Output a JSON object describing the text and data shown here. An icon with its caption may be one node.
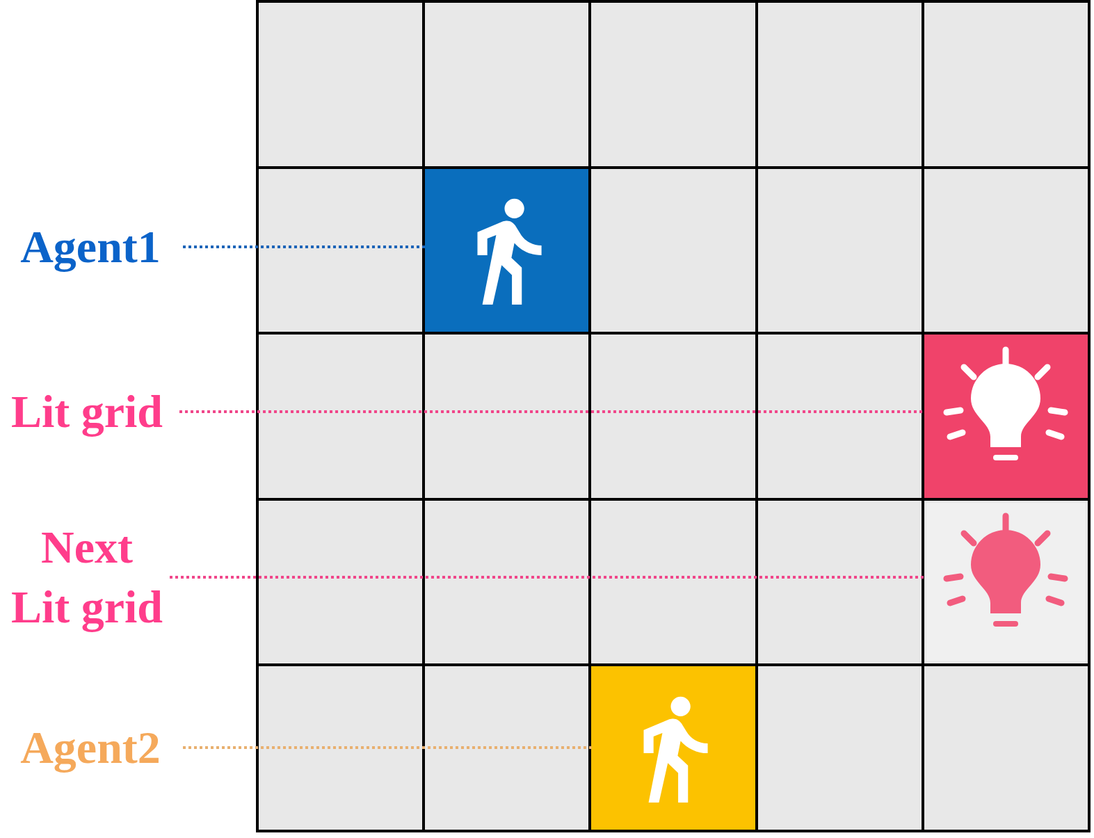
{
  "diagram": {
    "nodes": [
      {
        "text": [
          "Agent1"
        ]
      },
      {
        "text": [],
        "shape": "box"
      },
      {
        "text": [
          "Lit grid"
        ]
      },
      {
        "text": [],
        "shape": "box"
      },
      {
        "text": [
          "Next Lit grid"
        ]
      },
      {
        "text": [],
        "shape": "box"
      },
      {
        "text": [
          "Agent2"
        ]
      },
      {
        "text": [],
        "shape": "box"
      }
    ],
    "edges": [
      {
        "from": 0,
        "to": 1,
        "arrow": "none",
        "style": "dashed",
        "color": "#1d64b8"
      },
      {
        "from": 2,
        "to": 3,
        "arrow": "none",
        "style": "dashed",
        "color": "#f0468a"
      },
      {
        "from": 4,
        "to": 5,
        "arrow": "none",
        "style": "dashed",
        "color": "#f0468a"
      },
      {
        "from": 6,
        "to": 7,
        "arrow": "none",
        "style": "dashed",
        "color": "#e8b070"
      }
    ]
  }
}
